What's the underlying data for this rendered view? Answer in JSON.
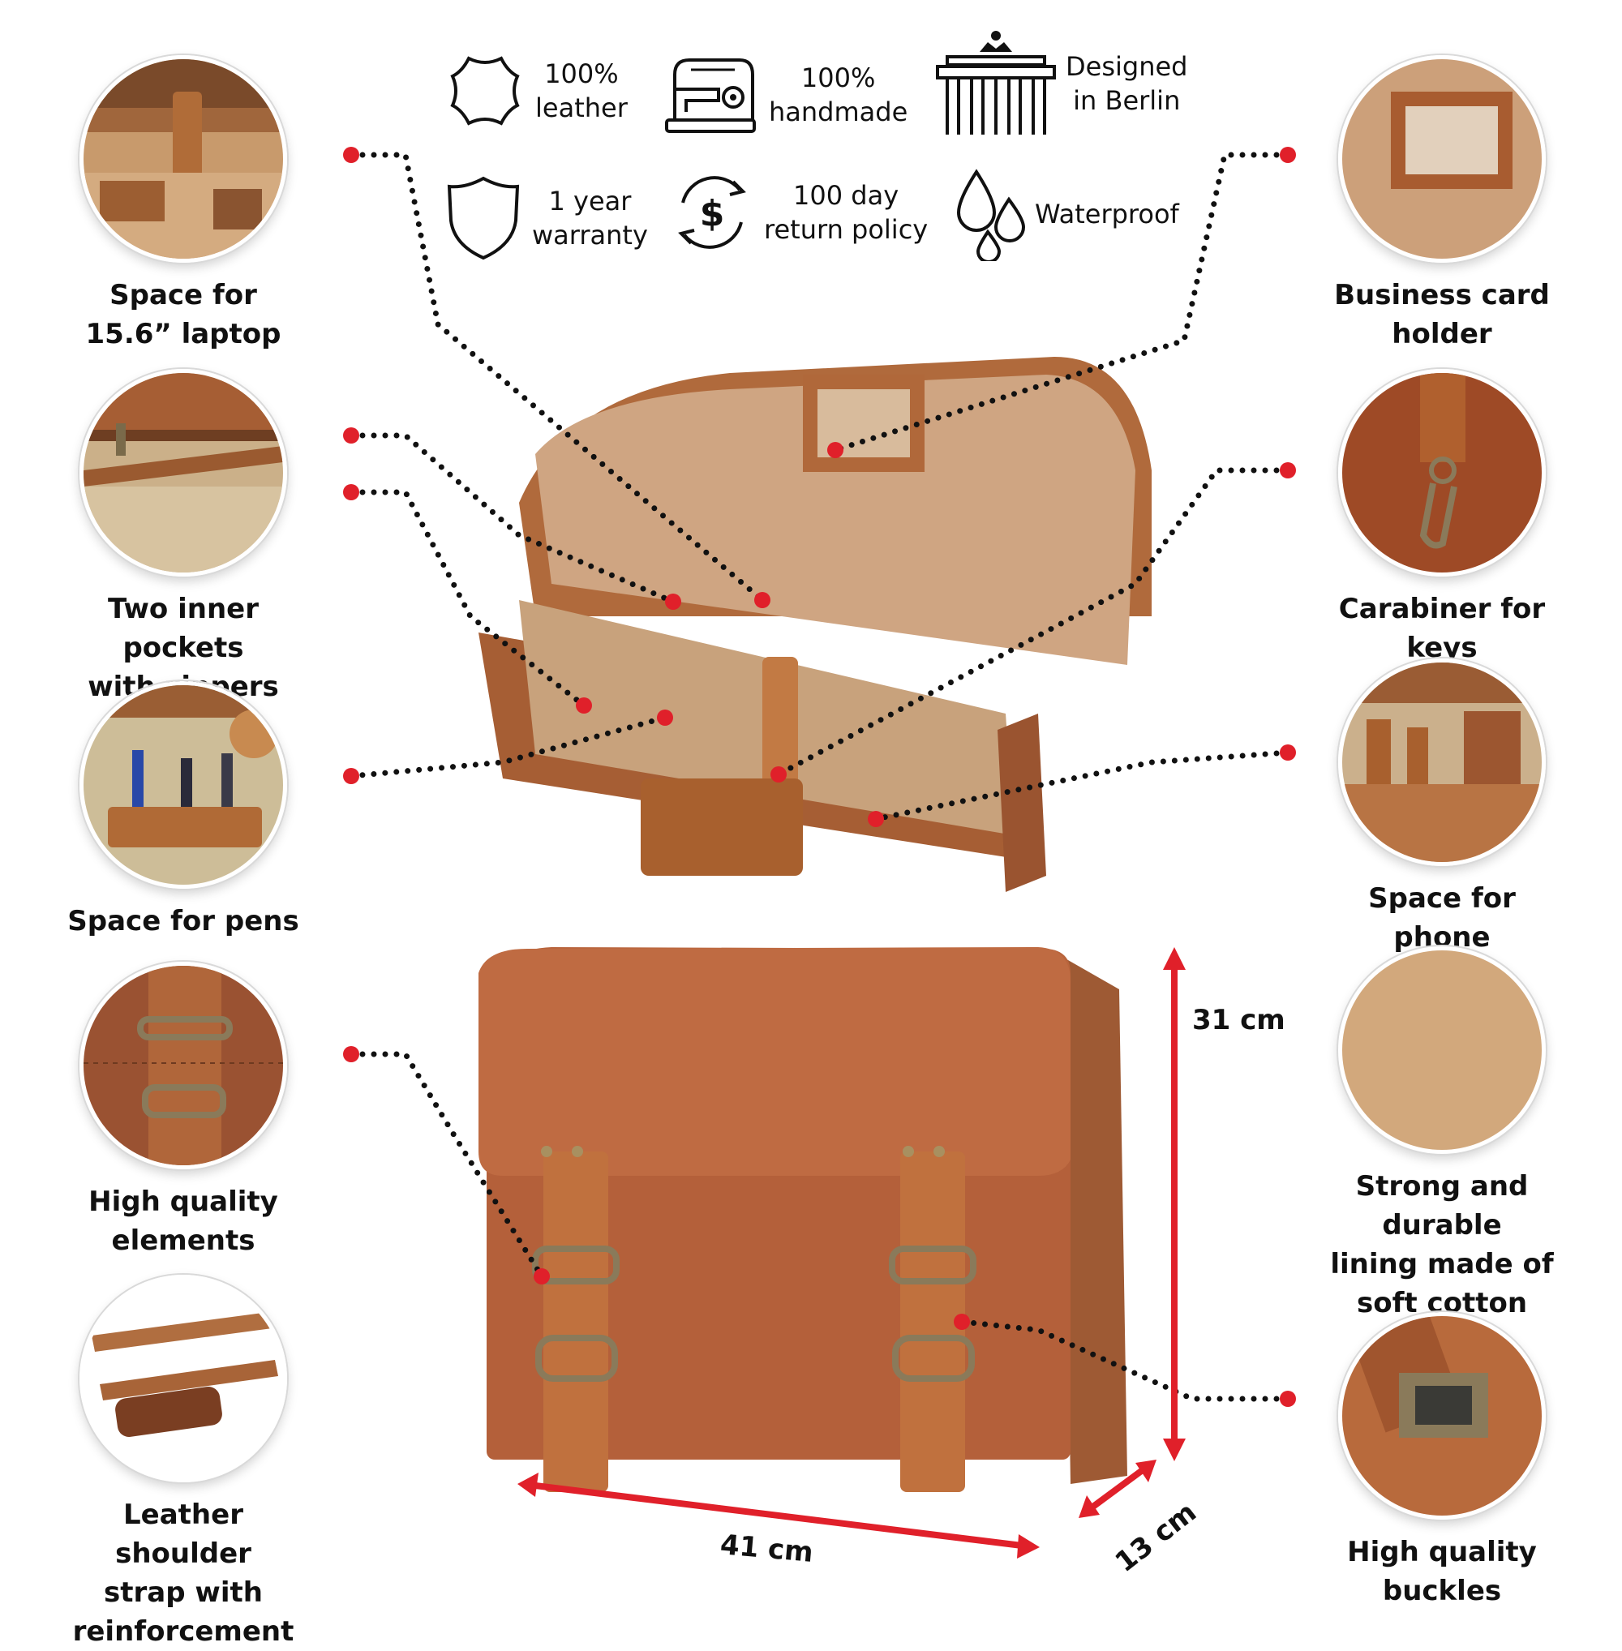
{
  "badges": {
    "leather": {
      "line1": "100%",
      "line2": "leather"
    },
    "handmade": {
      "line1": "100%",
      "line2": "handmade"
    },
    "berlin": {
      "line1": "Designed",
      "line2": "in Berlin"
    },
    "warranty": {
      "line1": "1 year",
      "line2": "warranty"
    },
    "return": {
      "line1": "100 day",
      "line2": "return policy"
    },
    "waterproof": {
      "line1": "Waterproof"
    }
  },
  "features_left": [
    {
      "line1": "Space for",
      "line2": "15.6” laptop"
    },
    {
      "line1": "Two inner pockets",
      "line2": "with zippers"
    },
    {
      "line1": "Space for pens"
    },
    {
      "line1": "High quality",
      "line2": "elements"
    },
    {
      "line1": "Leather shoulder",
      "line2": "strap with",
      "line3": "reinforcement"
    }
  ],
  "features_right": [
    {
      "line1": "Business card",
      "line2": "holder"
    },
    {
      "line1": "Carabiner for keys"
    },
    {
      "line1": "Space for phone"
    },
    {
      "line1": "Strong and durable",
      "line2": "lining made of",
      "line3": "soft cotton"
    },
    {
      "line1": "High quality",
      "line2": "buckles"
    }
  ],
  "dimensions": {
    "height": "31 cm",
    "width": "41 cm",
    "depth": "13 cm"
  },
  "colors": {
    "accent": "#e0202a",
    "leather": "#a85a30",
    "lining": "#d2a87c"
  }
}
